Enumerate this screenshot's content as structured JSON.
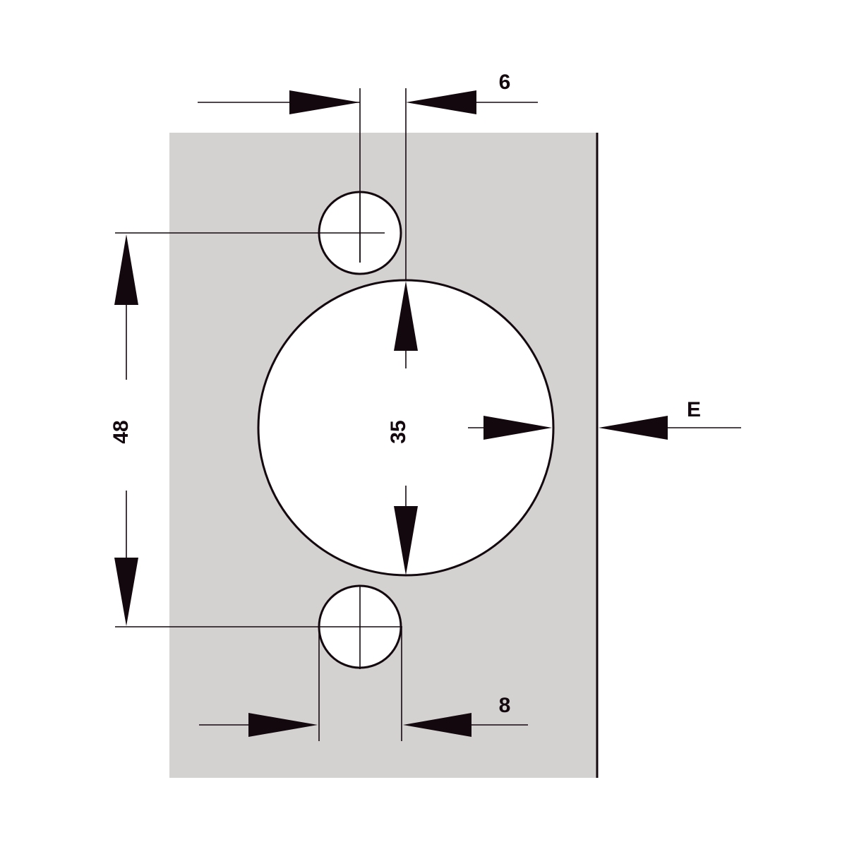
{
  "diagram": {
    "type": "hinge cup drilling pattern",
    "colors": {
      "plate": "#d3d2d1",
      "ink": "#14080f",
      "hole": "#ffffff"
    },
    "dimensions": {
      "screw_offset": "6",
      "screw_spacing": "48",
      "cup_diameter": "35",
      "edge_distance": "E",
      "screw_hole_diameter": "8"
    }
  }
}
